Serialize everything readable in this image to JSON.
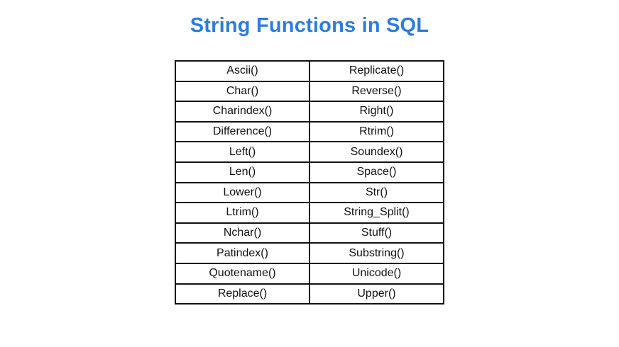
{
  "title": "String Functions in SQL",
  "colors": {
    "title": "#2a7de1",
    "border": "#000000",
    "text": "#111111"
  },
  "table": {
    "rows": [
      [
        "Ascii()",
        "Replicate()"
      ],
      [
        "Char()",
        "Reverse()"
      ],
      [
        "Charindex()",
        "Right()"
      ],
      [
        "Difference()",
        "Rtrim()"
      ],
      [
        "Left()",
        "Soundex()"
      ],
      [
        "Len()",
        "Space()"
      ],
      [
        "Lower()",
        "Str()"
      ],
      [
        "Ltrim()",
        "String_Split()"
      ],
      [
        "Nchar()",
        "Stuff()"
      ],
      [
        "Patindex()",
        "Substring()"
      ],
      [
        "Quotename()",
        "Unicode()"
      ],
      [
        "Replace()",
        "Upper()"
      ]
    ]
  }
}
